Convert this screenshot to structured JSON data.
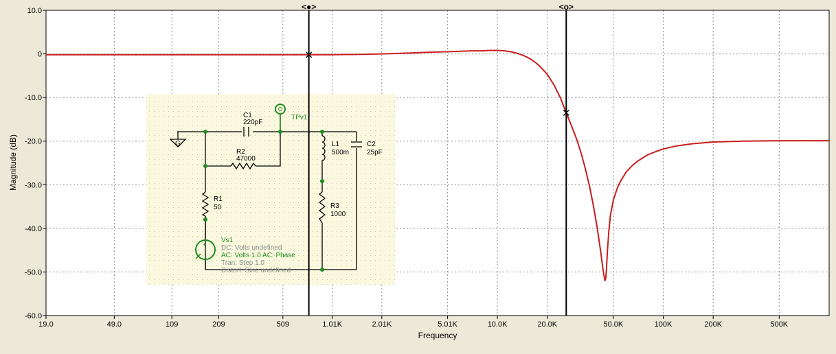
{
  "chart_data": {
    "type": "line",
    "title": "",
    "xlabel": "Frequency",
    "ylabel": "Magnitude (dB)",
    "x_scale": "log",
    "xlim": [
      19.0,
      1000000
    ],
    "ylim": [
      -60.0,
      10.0
    ],
    "grid": true,
    "x_ticks": [
      {
        "label": "19.0",
        "value": 19.0
      },
      {
        "label": "49.0",
        "value": 49.0
      },
      {
        "label": "109",
        "value": 109
      },
      {
        "label": "209",
        "value": 209
      },
      {
        "label": "509",
        "value": 509
      },
      {
        "label": "1.01K",
        "value": 1010
      },
      {
        "label": "2.01K",
        "value": 2010
      },
      {
        "label": "5.01K",
        "value": 5010
      },
      {
        "label": "10.0K",
        "value": 10000
      },
      {
        "label": "20.0K",
        "value": 20000
      },
      {
        "label": "50.0K",
        "value": 50000
      },
      {
        "label": "100K",
        "value": 100000
      },
      {
        "label": "200K",
        "value": 200000
      },
      {
        "label": "500K",
        "value": 500000
      }
    ],
    "y_ticks": [
      {
        "label": "10.0",
        "value": 10
      },
      {
        "label": "0",
        "value": 0
      },
      {
        "label": "-10.0",
        "value": -10
      },
      {
        "label": "-20.0",
        "value": -20
      },
      {
        "label": "-30.0",
        "value": -30
      },
      {
        "label": "-40.0",
        "value": -40
      },
      {
        "label": "-50.0",
        "value": -50
      },
      {
        "label": "-60.0",
        "value": -60
      }
    ],
    "series": [
      {
        "color": "#C81E1E",
        "x": [
          19,
          50,
          100,
          200,
          500,
          750,
          1000,
          1500,
          2000,
          3000,
          4000,
          5000,
          6000,
          7000,
          8000,
          9000,
          10000,
          11000,
          12000,
          13000,
          14000,
          15000,
          16000,
          17000,
          18000,
          20000,
          22000,
          24000,
          26000,
          28000,
          30000,
          32000,
          34000,
          36000,
          38000,
          40000,
          42000,
          43000,
          44000,
          44500,
          45000,
          45500,
          46000,
          47000,
          48000,
          50000,
          53000,
          56000,
          60000,
          65000,
          70000,
          80000,
          90000,
          100000,
          120000,
          150000,
          200000,
          300000,
          500000,
          1000000
        ],
        "y": [
          -0.2,
          -0.2,
          -0.2,
          -0.2,
          -0.2,
          -0.2,
          -0.2,
          -0.1,
          0.0,
          0.2,
          0.4,
          0.5,
          0.6,
          0.7,
          0.7,
          0.8,
          0.8,
          0.7,
          0.5,
          0.2,
          -0.2,
          -0.7,
          -1.3,
          -2.0,
          -2.8,
          -4.7,
          -7.2,
          -10.1,
          -13.5,
          -16.5,
          -19.5,
          -22.8,
          -26.5,
          -30.5,
          -35.0,
          -40.0,
          -45.5,
          -48.5,
          -51.0,
          -52.0,
          -51.5,
          -49.0,
          -45.5,
          -40.5,
          -37.0,
          -33.5,
          -30.6,
          -28.8,
          -27.0,
          -25.6,
          -24.6,
          -23.2,
          -22.4,
          -21.8,
          -21.1,
          -20.6,
          -20.2,
          -20.0,
          -19.9,
          -19.9
        ]
      }
    ],
    "cursors": [
      {
        "label": "<●>",
        "x": 730,
        "y": -0.2
      },
      {
        "label": "<o>",
        "x": 26000,
        "y": -13.5
      }
    ]
  },
  "schematic": {
    "background": "#FAF9E0",
    "labels": [
      {
        "id": "c1-name",
        "text": "C1",
        "color": "#000000"
      },
      {
        "id": "c1-value",
        "text": "220pF",
        "color": "#000000"
      },
      {
        "id": "tp-name",
        "text": "TPv1",
        "color": "#1E8C1E"
      },
      {
        "id": "r2-name",
        "text": "R2",
        "color": "#000000"
      },
      {
        "id": "r2-value",
        "text": "47000",
        "color": "#000000"
      },
      {
        "id": "l1-name",
        "text": "L1",
        "color": "#000000"
      },
      {
        "id": "l1-value",
        "text": "500m",
        "color": "#000000"
      },
      {
        "id": "c2-name",
        "text": "C2",
        "color": "#000000"
      },
      {
        "id": "c2-value",
        "text": "25pF",
        "color": "#000000"
      },
      {
        "id": "r1-name",
        "text": "R1",
        "color": "#000000"
      },
      {
        "id": "r1-value",
        "text": "50",
        "color": "#000000"
      },
      {
        "id": "r3-name",
        "text": "R3",
        "color": "#000000"
      },
      {
        "id": "r3-value",
        "text": "1000",
        "color": "#000000"
      },
      {
        "id": "vs-name",
        "text": "Vs1",
        "color": "#1E8C1E"
      },
      {
        "id": "vs-dc",
        "text": "DC: Volts undefined",
        "color": "#8C8C8C"
      },
      {
        "id": "vs-ac",
        "text": "AC: Volts  1.0  AC: Phase",
        "color": "#1E8C1E"
      },
      {
        "id": "vs-tran",
        "text": "Tran: Step  1.0",
        "color": "#8C8C8C"
      },
      {
        "id": "vs-distort",
        "text": "Distort: Sine  undefined",
        "color": "#8C8C8C"
      }
    ]
  }
}
